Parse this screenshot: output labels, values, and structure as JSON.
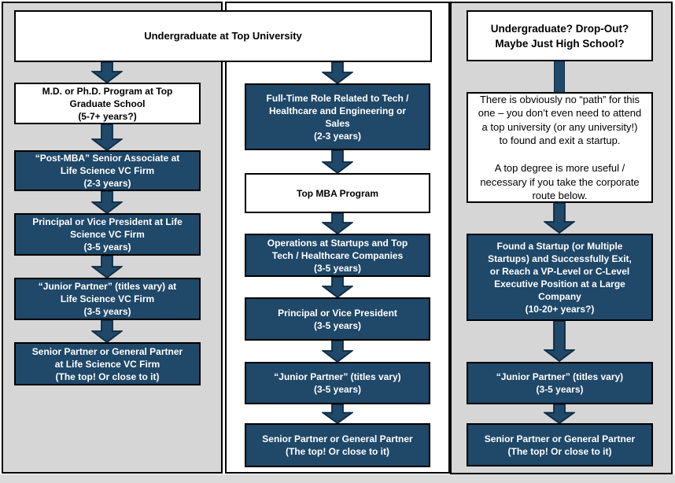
{
  "colors": {
    "navy": "#1F4869",
    "panel_gray": "#D6D6D6",
    "page_strip": "#DBDBDB",
    "box_border": "#000000",
    "arrow_outline": "#0E2B42"
  },
  "top_box": {
    "text": "Undergraduate at Top University"
  },
  "left_column": {
    "boxes": [
      {
        "style": "white",
        "text": "M.D. or Ph.D. Program at Top\nGraduate School\n(5-7+ years?)"
      },
      {
        "style": "navy",
        "text": "“Post-MBA” Senior Associate at\nLife Science VC Firm\n(2-3 years)"
      },
      {
        "style": "navy",
        "text": "Principal or Vice President at Life\nScience VC Firm\n(3-5 years)"
      },
      {
        "style": "navy",
        "text": "“Junior Partner” (titles vary) at\nLife Science VC Firm\n(3-5 years)"
      },
      {
        "style": "navy",
        "text": "Senior Partner or General Partner\nat Life Science VC Firm\n(The top! Or close to it)"
      }
    ]
  },
  "middle_column": {
    "boxes": [
      {
        "style": "navy",
        "text": "Full-Time Role Related to Tech /\nHealthcare and Engineering or\nSales\n(2-3 years)"
      },
      {
        "style": "white",
        "text": "Top MBA Program"
      },
      {
        "style": "navy",
        "text": "Operations at Startups and Top\nTech / Healthcare Companies\n(3-5 years)"
      },
      {
        "style": "navy",
        "text": "Principal or Vice President\n(3-5 years)"
      },
      {
        "style": "navy",
        "text": "“Junior Partner” (titles vary)\n(3-5 years)"
      },
      {
        "style": "navy",
        "text": "Senior Partner or General Partner\n(The top! Or close to it)"
      }
    ]
  },
  "right_column": {
    "header_box": {
      "text": "Undergraduate? Drop-Out?\nMaybe Just High School?"
    },
    "note_box": {
      "text": "There is obviously no “path” for this\none – you don’t even need to attend\na top university (or any university!)\nto found and exit a startup.\n\nA top degree is more useful /\nnecessary if you take the corporate\nroute below."
    },
    "boxes": [
      {
        "style": "navy",
        "text": "Found a Startup (or Multiple\nStartups) and Successfully Exit,\nor Reach a VP-Level or C-Level\nExecutive Position at a Large\nCompany\n(10-20+ years?)"
      },
      {
        "style": "navy",
        "text": "“Junior Partner” (titles vary)\n(3-5 years)"
      },
      {
        "style": "navy",
        "text": "Senior Partner or General Partner\n(The top! Or close to it)"
      }
    ]
  }
}
